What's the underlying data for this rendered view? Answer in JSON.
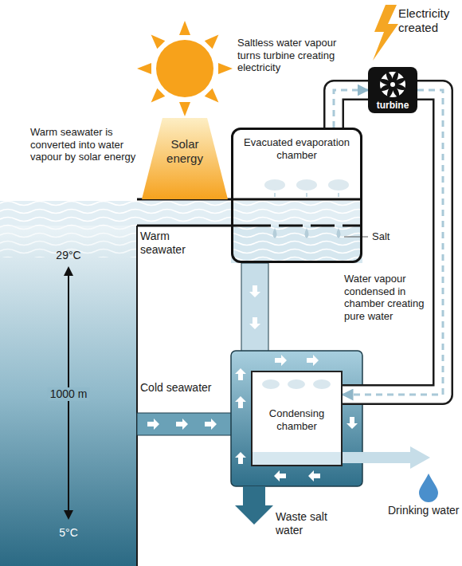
{
  "diagram": {
    "nodes": [
      {
        "text": [
          "turbine"
        ]
      },
      {
        "text": [
          "Solar energy"
        ]
      },
      {
        "text": [
          "Evacuated evaporation chamber"
        ]
      },
      {
        "text": [
          "Condensing chamber"
        ]
      }
    ],
    "edges": [
      {
        "from": 2,
        "to": 0,
        "arrow": "to"
      },
      {
        "from": 0,
        "to": 3,
        "arrow": "to"
      }
    ],
    "labels": [
      "Electricity created",
      "Saltless water vapour turns turbine creating electricity",
      "Warm seawater is converted into water vapour by solar energy",
      "Salt",
      "Warm seawater",
      "29°C",
      "Water vapour condensed in chamber creating pure water",
      "1000 m",
      "Cold seawater",
      "Drinking water",
      "Waste salt water",
      "5°C"
    ]
  }
}
